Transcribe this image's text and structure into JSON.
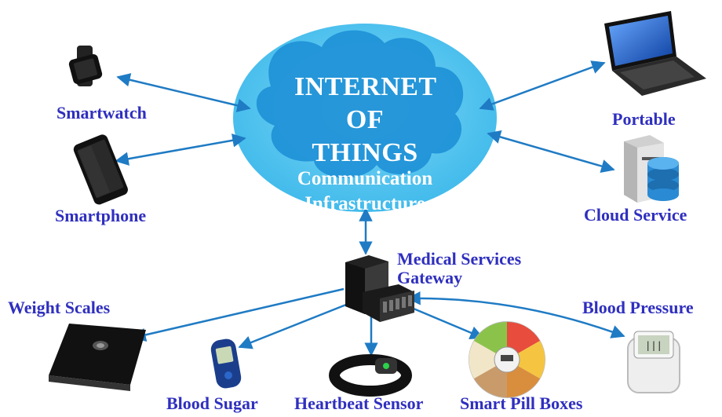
{
  "cloud": {
    "title_lines": [
      "INTERNET",
      "OF",
      "THINGS"
    ],
    "subtitle_lines": [
      "Communication",
      "Infrastructure"
    ],
    "fill_color": "#4fc8f2"
  },
  "gateway": {
    "label_lines": [
      "Medical Services",
      "Gateway"
    ],
    "icon": "server-tower-icon"
  },
  "devices": {
    "smartwatch": {
      "label": "Smartwatch",
      "icon": "smartwatch-icon"
    },
    "smartphone": {
      "label": "Smartphone",
      "icon": "smartphone-icon"
    },
    "portable": {
      "label": "Portable",
      "icon": "laptop-icon"
    },
    "cloud_service": {
      "label": "Cloud Service",
      "icon": "database-server-icon"
    },
    "weight_scales": {
      "label": "Weight Scales",
      "icon": "scale-icon"
    },
    "blood_sugar": {
      "label": "Blood Sugar",
      "icon": "glucose-meter-icon"
    },
    "heartbeat_sensor": {
      "label": "Heartbeat Sensor",
      "icon": "chest-strap-icon"
    },
    "smart_pill_boxes": {
      "label": "Smart Pill Boxes",
      "icon": "pill-box-icon"
    },
    "blood_pressure": {
      "label": "Blood Pressure",
      "icon": "blood-pressure-monitor-icon"
    }
  },
  "colors": {
    "label": "#2f2fbf",
    "arrow": "#1f7bc4",
    "cloud_text": "#ffffff"
  }
}
